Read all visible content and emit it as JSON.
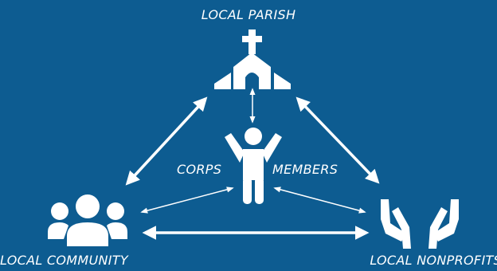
{
  "labels": {
    "parish": "LOCAL PARISH",
    "community": "LOCAL COMMUNITY",
    "nonprofits": "LOCAL NONPROFITS",
    "corps": "CORPS",
    "members": "MEMBERS"
  },
  "colors": {
    "background": "#0d5c91",
    "foreground": "#ffffff"
  },
  "icons": {
    "parish": "church-icon",
    "community": "people-group-icon",
    "nonprofits": "open-hands-icon",
    "corps": "person-arms-raised-icon"
  }
}
